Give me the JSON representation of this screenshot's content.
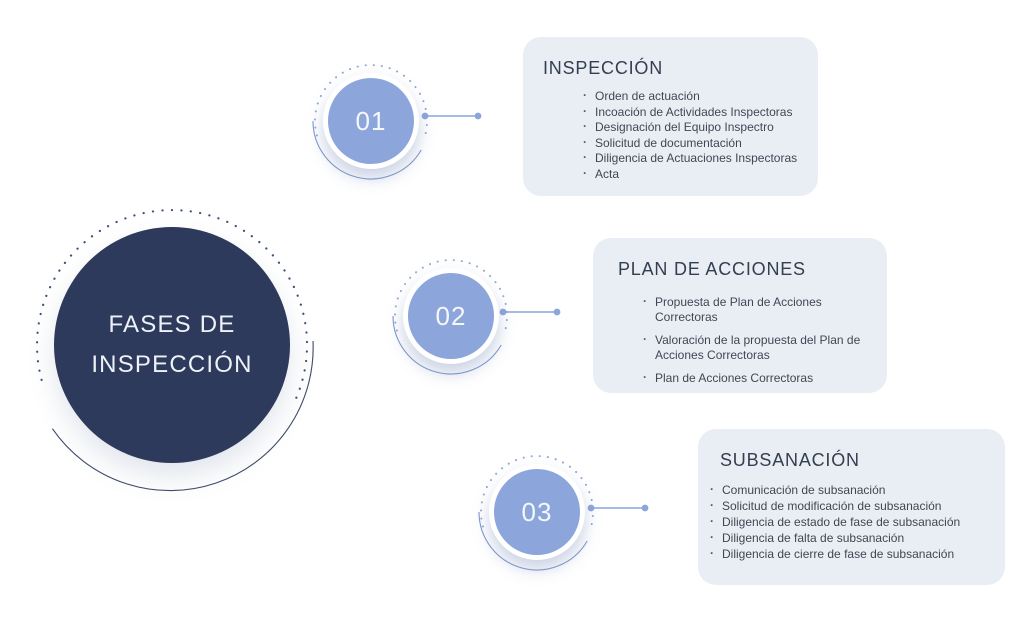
{
  "diagram": {
    "center": {
      "line1": "FASES DE",
      "line2": "INSPECCIÓN"
    },
    "phases": [
      {
        "number": "01",
        "heading": "INSPECCIÓN",
        "items": [
          "Orden de actuación",
          "Incoación de Actividades Inspectoras",
          "Designación del Equipo Inspectro",
          "Solicitud de documentación",
          "Diligencia de Actuaciones Inspectoras",
          "Acta"
        ]
      },
      {
        "number": "02",
        "heading": "PLAN DE ACCIONES",
        "items": [
          "Propuesta de Plan de Acciones Correctoras",
          "Valoración de la propuesta del Plan de Acciones Correctoras",
          "Plan de Acciones Correctoras"
        ]
      },
      {
        "number": "03",
        "heading": "SUBSANACIÓN",
        "items": [
          "Comunicación de subsanación",
          "Solicitud de modificación de subsanación",
          "Diligencia de estado de fase de subsanación",
          "Diligencia de falta de subsanación",
          "Diligencia de cierre de fase de subsanación"
        ]
      }
    ],
    "colors": {
      "navy": "#2e3a5c",
      "periwinkle": "#8ca5da",
      "card_background": "#e9eef5",
      "heading_text": "#333e4e",
      "body_text": "#3e4854",
      "light_text": "#eef2f8"
    }
  }
}
